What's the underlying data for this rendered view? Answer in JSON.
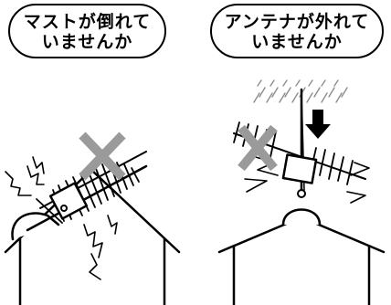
{
  "panels": [
    {
      "caption_line1": "マストが倒れて",
      "caption_line2": "いませんか"
    },
    {
      "caption_line1": "アンテナが外れて",
      "caption_line2": "いませんか"
    }
  ],
  "colors": {
    "cross": "#9a9a9a",
    "line": "#000000",
    "background": "#ffffff",
    "rain": "#8c8c8c"
  }
}
